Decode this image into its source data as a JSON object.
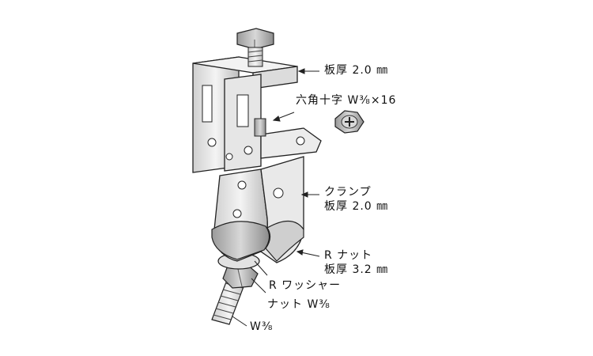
{
  "labels": {
    "plate_thickness_top": "板厚 2.0 ㎜",
    "hex_cross_bolt": "六角十字 W⅜×16",
    "clamp": "クランプ",
    "clamp_thickness": "板厚 2.0 ㎜",
    "r_nut": "R ナット",
    "r_nut_thickness": "板厚 3.2 ㎜",
    "r_washer": "R ワッシャー",
    "nut": "ナット W⅜",
    "rod": "W⅜"
  },
  "icons": {
    "hex_bolt_head": "hex-cross-bolt-head-icon"
  }
}
